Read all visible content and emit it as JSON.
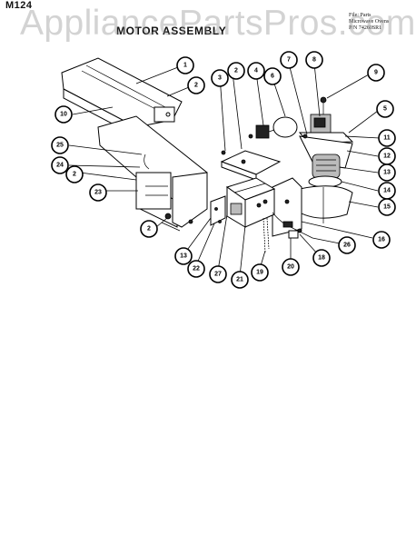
{
  "header": {
    "model": "M124",
    "file_lines": [
      "File: Parts",
      "Microwave Ovens",
      "P/N 74260SR1"
    ],
    "title": "MOTOR ASSEMBLY"
  },
  "watermark": "AppliancePartsPros.com",
  "callouts": [
    "1",
    "2",
    "2",
    "3",
    "4",
    "6",
    "7",
    "8",
    "9",
    "5",
    "10",
    "11",
    "12",
    "13",
    "14",
    "15",
    "16",
    "25",
    "24",
    "2",
    "23",
    "2",
    "13",
    "22",
    "27",
    "21",
    "19",
    "20",
    "18",
    "26"
  ]
}
